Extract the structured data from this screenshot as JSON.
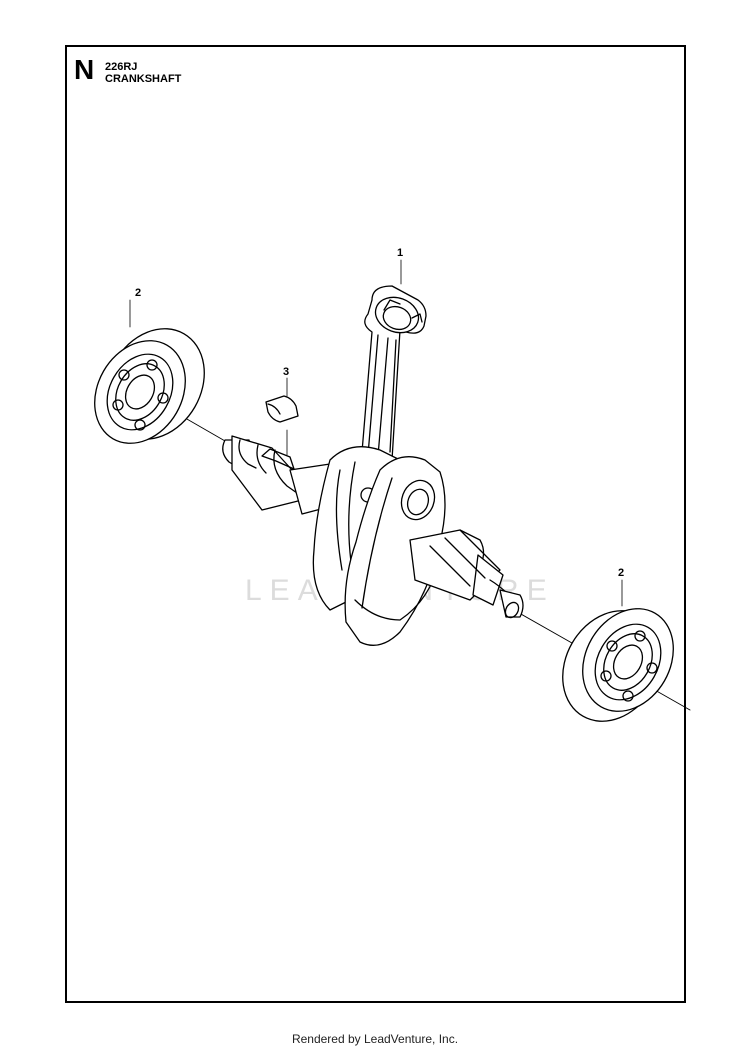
{
  "header": {
    "section_letter": "N",
    "model": "226RJ",
    "title": "CRANKSHAFT"
  },
  "callouts": [
    {
      "label": "1",
      "part": "connecting-rod"
    },
    {
      "label": "2",
      "part": "bearing-left"
    },
    {
      "label": "3",
      "part": "key"
    },
    {
      "label": "2",
      "part": "bearing-right"
    }
  ],
  "watermark": "LEADVENTURE",
  "footer": "Rendered by LeadVenture, Inc.",
  "colors": {
    "line": "#000000",
    "watermark": "#d9d9d9",
    "frame": "#000000"
  }
}
